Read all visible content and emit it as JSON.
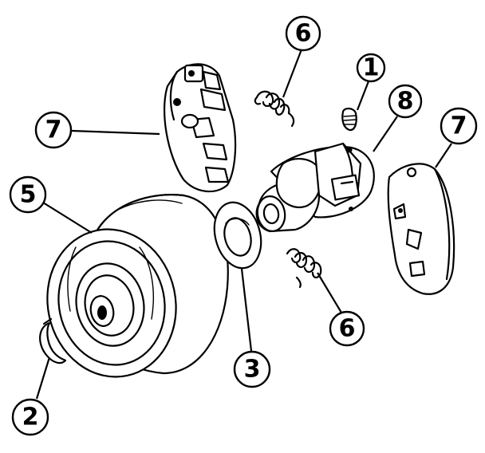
{
  "diagram": {
    "callouts": [
      {
        "id": "c1",
        "label": "1"
      },
      {
        "id": "c2",
        "label": "2"
      },
      {
        "id": "c3",
        "label": "3"
      },
      {
        "id": "c5",
        "label": "5"
      },
      {
        "id": "c6a",
        "label": "6"
      },
      {
        "id": "c6b",
        "label": "6"
      },
      {
        "id": "c7a",
        "label": "7"
      },
      {
        "id": "c7b",
        "label": "7"
      },
      {
        "id": "c8",
        "label": "8"
      }
    ]
  }
}
